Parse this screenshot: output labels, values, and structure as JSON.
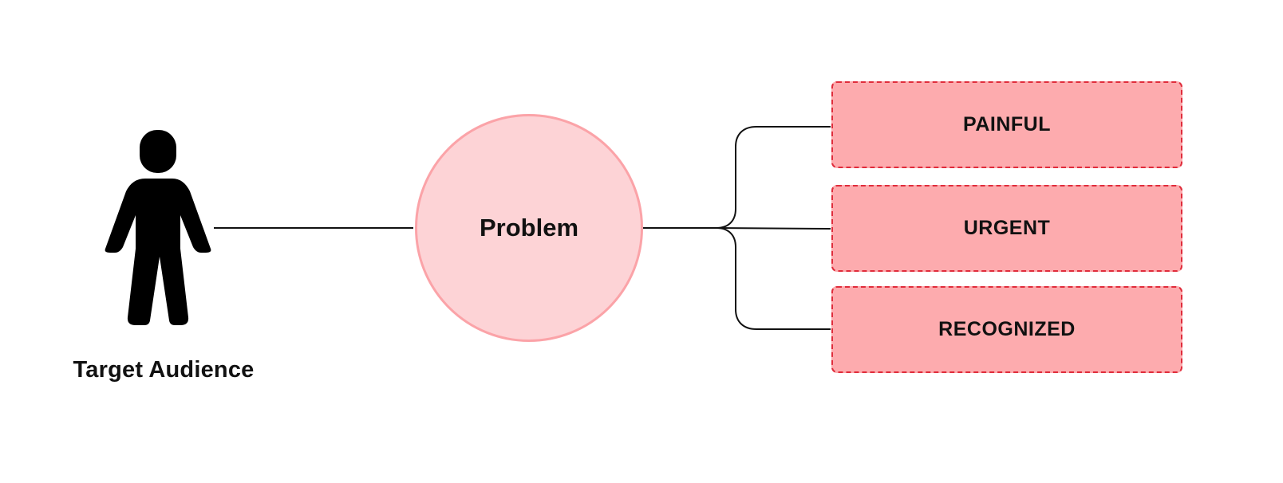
{
  "audience": {
    "label": "Target Audience",
    "icon": "person-icon"
  },
  "problem": {
    "label": "Problem"
  },
  "attributes": [
    {
      "label": "PAINFUL"
    },
    {
      "label": "URGENT"
    },
    {
      "label": "RECOGNIZED"
    }
  ],
  "colors": {
    "circle_fill": "#fdd3d6",
    "circle_border": "#fba3a8",
    "box_fill": "#fdabae",
    "box_border": "#e02c3b",
    "line": "#111111"
  }
}
